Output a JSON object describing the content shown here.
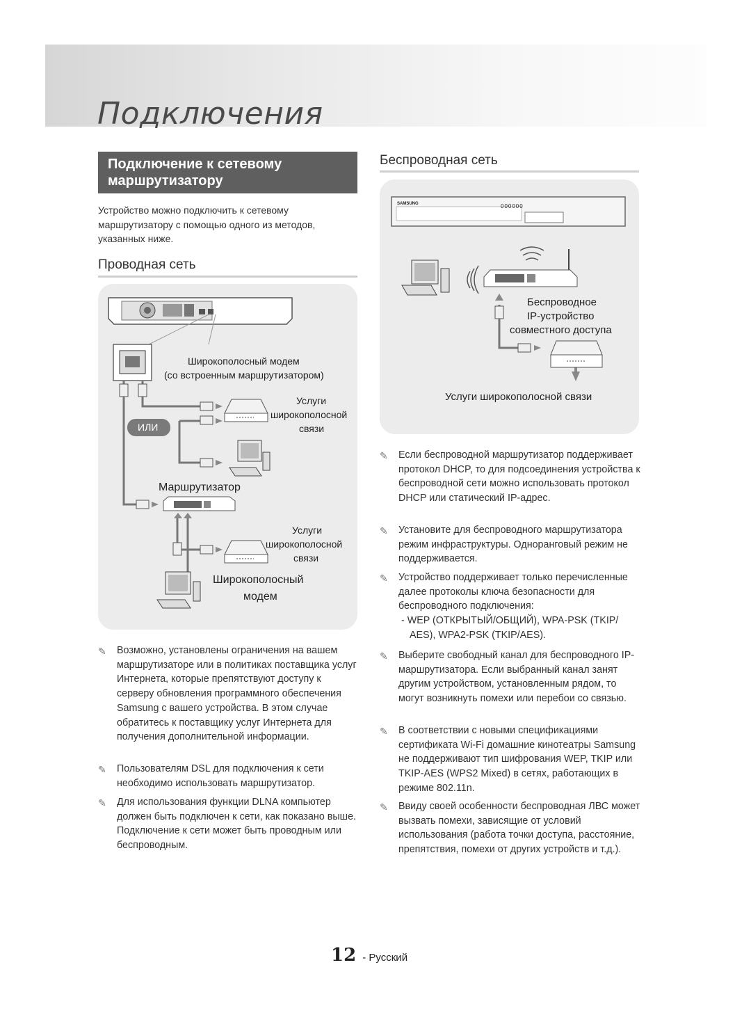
{
  "header": {
    "title": "Подключения"
  },
  "left": {
    "section_title_line1": "Подключение к сетевому",
    "section_title_line2": "маршрутизатору",
    "intro": "Устройство можно подключить к сетевому маршрутизатору с помощью одного из методов, указанных ниже.",
    "wired_title": "Проводная сеть",
    "diagram": {
      "modem_label_line1": "Широкополосный модем",
      "modem_label_line2": "(со встроенным маршрутизатором)",
      "services1_line1": "Услуги",
      "services1_line2": "широкополосной",
      "services1_line3": "связи",
      "or_label": "ИЛИ",
      "router_label": "Маршрутизатор",
      "services2_line1": "Услуги",
      "services2_line2": "широкополосной",
      "services2_line3": "связи",
      "modem2_line1": "Широкополосный",
      "modem2_line2": "модем"
    },
    "notes": [
      "Возможно, установлены ограничения на вашем маршрутизаторе или в политиках поставщика услуг Интернета, которые препятствуют доступу к серверу обновления программного обеспечения Samsung с вашего устройства. В этом случае обратитесь к поставщику услуг Интернета для получения дополнительной информации.",
      "Пользователям DSL для подключения к сети необходимо использовать маршрутизатор.",
      "Для использования функции DLNA компьютер должен быть подключен к сети, как показано выше. Подключение к сети может быть проводным или беспроводным."
    ]
  },
  "right": {
    "wireless_title": "Беспроводная сеть",
    "diagram": {
      "brand": "SAMSUNG",
      "display": "000000",
      "ap_label_line1": "Беспроводное",
      "ap_label_line2": "IP-устройство",
      "ap_label_line3": "совместного доступа",
      "services_label": "Услуги широкополосной связи"
    },
    "notes": [
      "Если беспроводной маршрутизатор поддерживает протокол DHCP, то для подсоединения устройства к беспроводной сети можно использовать протокол DHCP или статический IP-адрес.",
      "Установите для беспроводного маршрутизатора режим инфраструктуры. Одноранговый режим не поддерживается.",
      "Устройство поддерживает только перечисленные далее протоколы ключа безопасности для беспроводного подключения:",
      "Выберите свободный канал для беспроводного IP-маршрутизатора. Если выбранный канал занят другим устройством, установленным рядом, то могут возникнуть помехи или перебои со связью.",
      "В соответствии с новыми спецификациями сертификата Wi-Fi домашние кинотеатры Samsung не поддерживают тип шифрования WEP, TKIP или TKIP-AES (WPS2 Mixed) в сетях, работающих в режиме 802.11n.",
      "Ввиду своей особенности беспроводная ЛВС может вызвать помехи, зависящие от условий использования (работа точки доступа, расстояние, препятствия, помехи от других устройств и т.д.)."
    ],
    "protocols_line1": "-  WEP (ОТКРЫТЫЙ/ОБЩИЙ), WPA-PSK (TKIP/",
    "protocols_line2": "AES), WPA2-PSK (TKIP/AES)."
  },
  "footer": {
    "page_number": "12",
    "language": "- Русский"
  },
  "colors": {
    "header_bg": "#5f5f5f",
    "panel_bg": "#ececec",
    "banner_start": "#d6d6d6",
    "banner_end": "#fdfdfd"
  },
  "icons": [
    "note-pencil-icon",
    "ethernet-cable-icon",
    "computer-icon",
    "router-icon",
    "modem-icon",
    "wifi-waves-icon",
    "home-theater-icon"
  ]
}
